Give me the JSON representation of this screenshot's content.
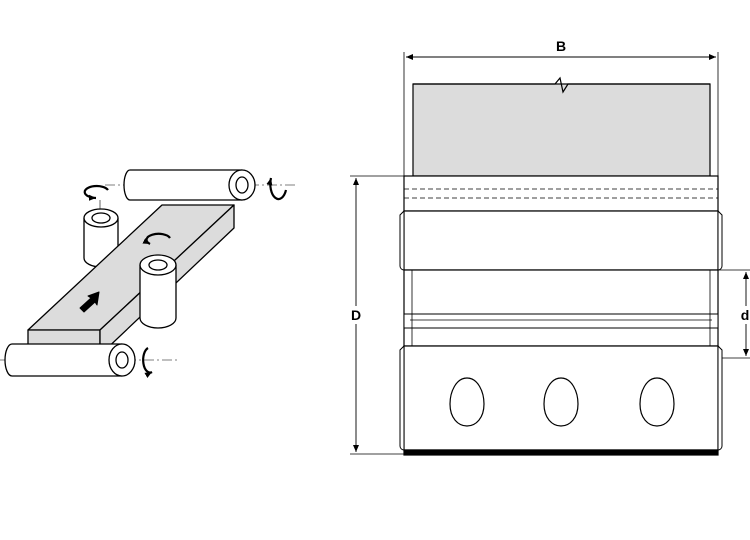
{
  "labels": {
    "width": "B",
    "height": "D",
    "bore": "d"
  },
  "colors": {
    "line": "#000000",
    "surface": "#dcdcdc",
    "background": "#ffffff"
  },
  "icons": {
    "feed_arrow": "arrow-up-right-icon",
    "rotation": "curved-rotation-arrow-icon"
  }
}
